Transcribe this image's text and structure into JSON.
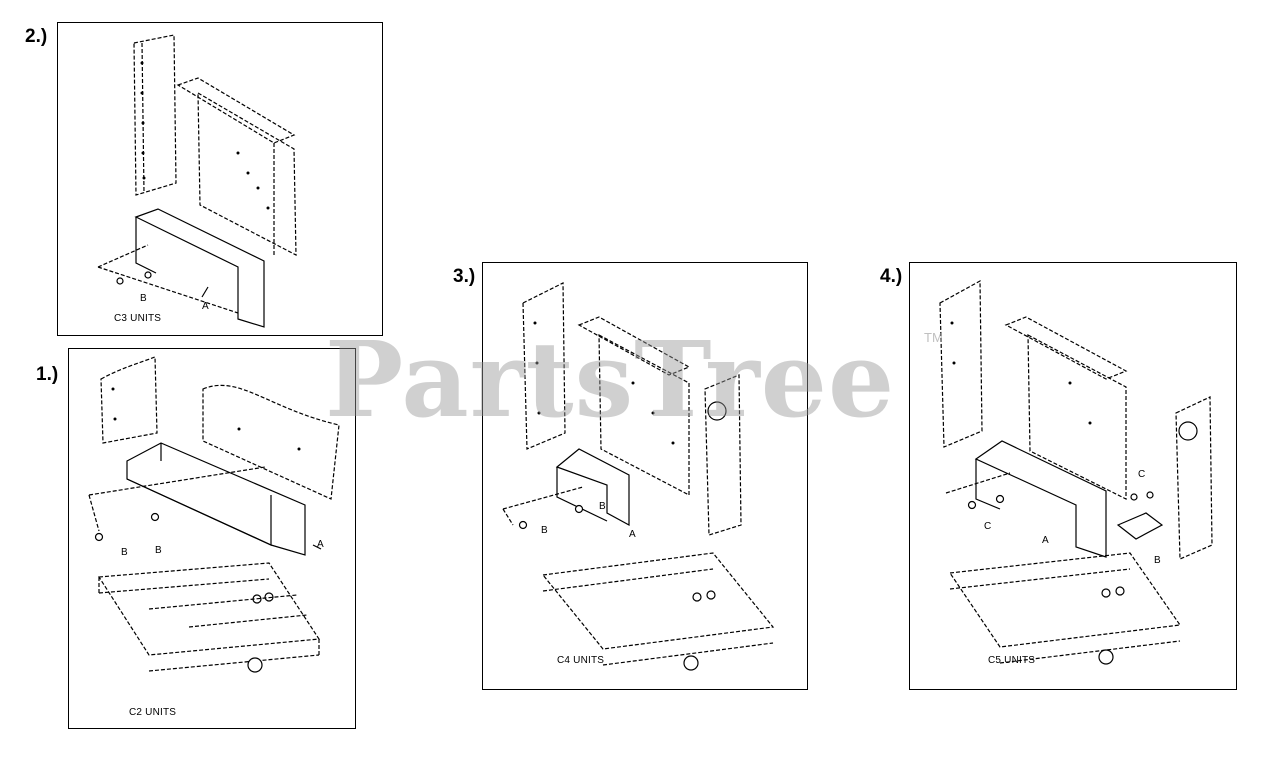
{
  "watermark": {
    "text": "PartsTree",
    "trademark": "TM"
  },
  "diagrams": [
    {
      "id": "step-2",
      "number": "2.)",
      "units_label": "C3 UNITS",
      "callouts": [
        "A",
        "B"
      ]
    },
    {
      "id": "step-1",
      "number": "1.)",
      "units_label": "C2 UNITS",
      "callouts": [
        "A",
        "B",
        "B"
      ]
    },
    {
      "id": "step-3",
      "number": "3.)",
      "units_label": "C4 UNITS",
      "callouts": [
        "A",
        "B",
        "B"
      ]
    },
    {
      "id": "step-4",
      "number": "4.)",
      "units_label": "C5 UNITS",
      "callouts": [
        "A",
        "B",
        "C",
        "C"
      ]
    }
  ]
}
